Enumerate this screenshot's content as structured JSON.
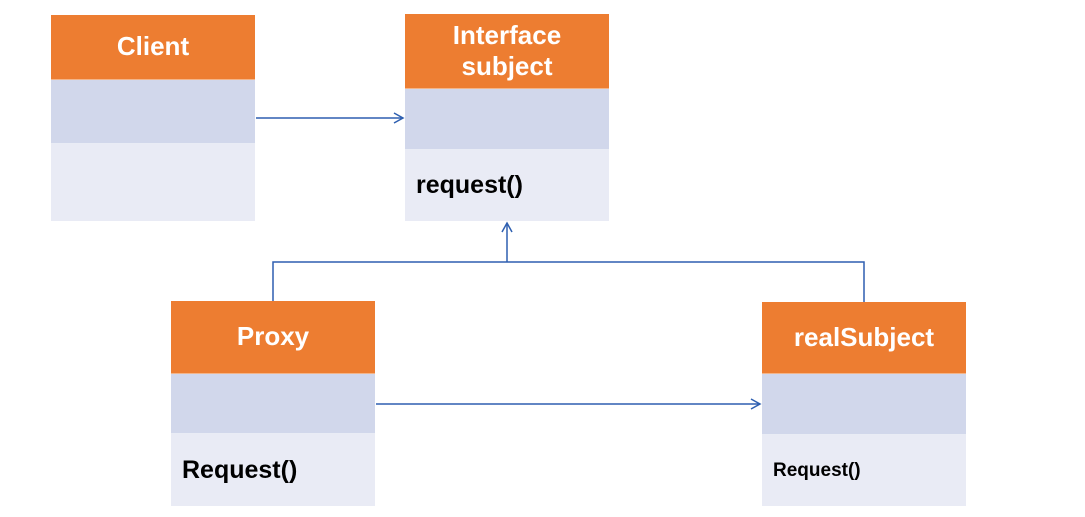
{
  "classes": {
    "client": {
      "name": "Client",
      "attributes": "",
      "methods": ""
    },
    "interface_subject": {
      "name": "Interface subject",
      "attributes": "",
      "methods": "request()"
    },
    "proxy": {
      "name": "Proxy",
      "attributes": "",
      "methods": "Request()"
    },
    "real_subject": {
      "name": "realSubject",
      "attributes": "",
      "methods": "Request()"
    }
  },
  "colors": {
    "header": "#ed7d31",
    "attributes": "#d1d7eb",
    "methods": "#e9ebf5",
    "connector": "#2e5fb0"
  }
}
